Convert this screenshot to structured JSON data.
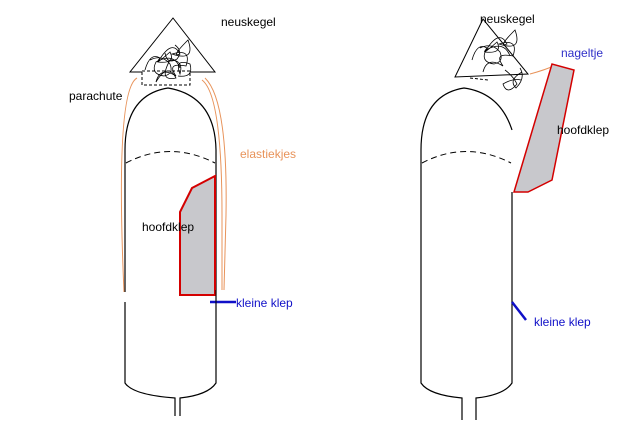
{
  "left": {
    "nose_label": "neuskegel",
    "parachute_label": "parachute",
    "elastic_label": "elastiekjes",
    "main_hatch_label": "hoofdklep",
    "small_hatch_label": "kleine klep"
  },
  "right": {
    "nose_label": "neuskegel",
    "pin_label": "nageltje",
    "main_hatch_label": "hoofdklep",
    "small_hatch_label": "kleine klep"
  },
  "colors": {
    "outline": "#000000",
    "hatch_outline": "#d40000",
    "hatch_fill": "#c8c8cc",
    "elastic": "#e8935a",
    "small_hatch": "#1010c8",
    "text": "#000000",
    "label_accent": "#3030c8",
    "label_orange": "#e8935a"
  }
}
